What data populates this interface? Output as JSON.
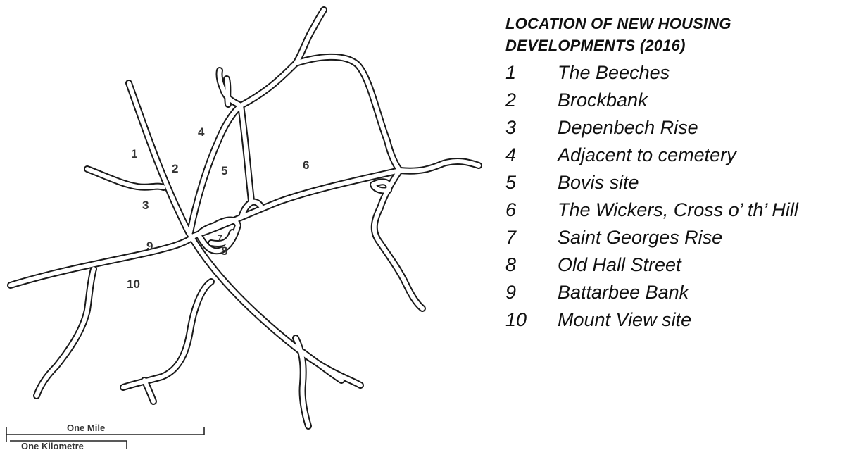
{
  "legend": {
    "title_line1": "LOCATION OF NEW HOUSING",
    "title_line2": "DEVELOPMENTS (2016)",
    "items": [
      {
        "num": "1",
        "label": "The Beeches"
      },
      {
        "num": "2",
        "label": "Brockbank"
      },
      {
        "num": "3",
        "label": "Depenbech Rise"
      },
      {
        "num": "4",
        "label": "Adjacent to cemetery"
      },
      {
        "num": "5",
        "label": "Bovis site"
      },
      {
        "num": "6",
        "label": "The Wickers, Cross o’ th’ Hill"
      },
      {
        "num": "7",
        "label": "Saint Georges Rise"
      },
      {
        "num": "8",
        "label": "Old Hall Street"
      },
      {
        "num": "9",
        "label": "Battarbee Bank"
      },
      {
        "num": "10",
        "label": "Mount View site"
      }
    ]
  },
  "map": {
    "site_numbers": [
      "1",
      "2",
      "3",
      "4",
      "5",
      "6",
      "7",
      "8",
      "9",
      "10"
    ]
  },
  "scale": {
    "mile_label": "One Mile",
    "km_label": "One Kilometre"
  }
}
